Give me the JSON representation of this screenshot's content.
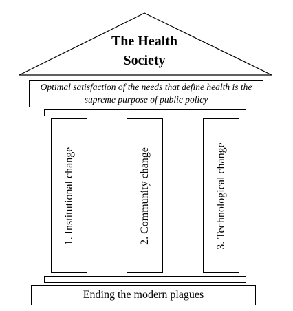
{
  "roof": {
    "title_line1": "The Health",
    "title_line2": "Society"
  },
  "lintel": {
    "text": "Optimal satisfaction of the needs that define health is the supreme purpose of public policy"
  },
  "pillars": [
    {
      "label": "1. Institutional change"
    },
    {
      "label": "2. Community change"
    },
    {
      "label": "3. Technological change"
    }
  ],
  "base": {
    "text": "Ending the modern plagues"
  }
}
